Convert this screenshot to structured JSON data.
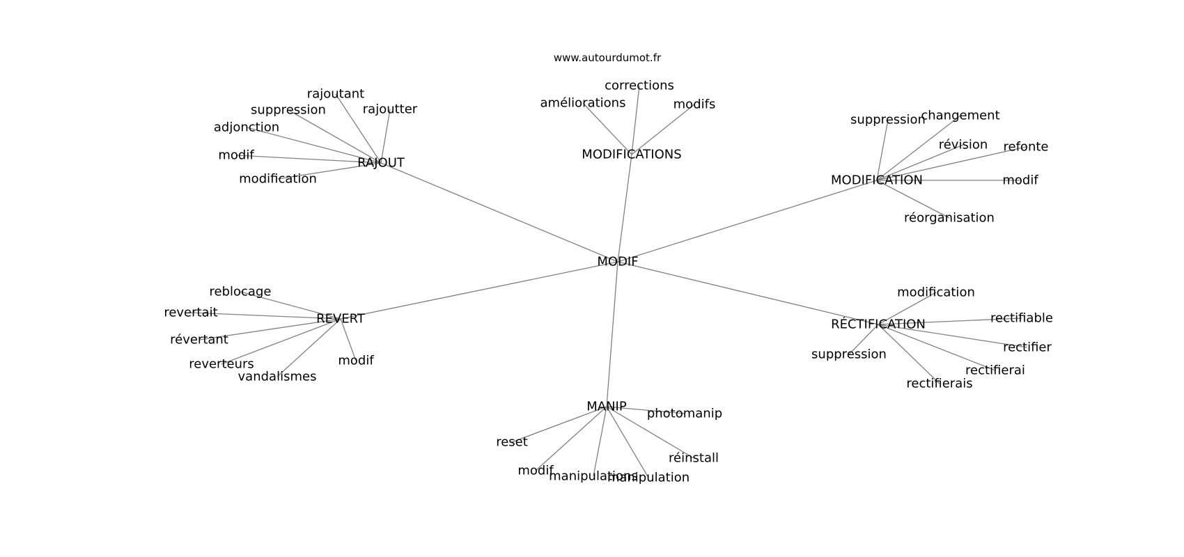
{
  "credit": "www.autourdumot.fr",
  "center": "MODIF",
  "hubs": [
    {
      "label": "RAJOUT",
      "leaves": [
        "rajoutant",
        "suppression",
        "rajoutter",
        "adjonction",
        "modif",
        "modification"
      ]
    },
    {
      "label": "MODIFICATIONS",
      "leaves": [
        "corrections",
        "améliorations",
        "modifs"
      ]
    },
    {
      "label": "MODIFICATION",
      "leaves": [
        "suppression",
        "changement",
        "révision",
        "refonte",
        "modif",
        "réorganisation"
      ]
    },
    {
      "label": "RÉCTIFICATION",
      "leaves": [
        "modification",
        "rectifiable",
        "rectifier",
        "suppression",
        "rectifierai",
        "rectifierais"
      ]
    },
    {
      "label": "MANIP",
      "leaves": [
        "photomanip",
        "reset",
        "réinstall",
        "modif",
        "manipulations",
        "manipulation"
      ]
    },
    {
      "label": "REVERT",
      "leaves": [
        "reblocage",
        "revertait",
        "révertant",
        "reverteurs",
        "vandalismes",
        "modif"
      ]
    }
  ]
}
